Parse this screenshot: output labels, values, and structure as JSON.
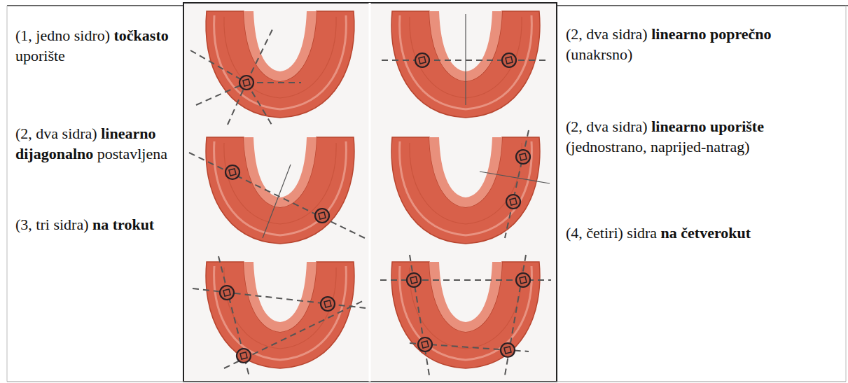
{
  "diagram": {
    "labels": [
      "(1, jedno sidro) točkasto uporište",
      "(2, dva sidra) linearno poprečno (unakrsno)",
      "(2, dva sidra) linearno dijagonalno postavljena",
      "(2, dva sidra) linearno uporište (jednostrano, naprijed-natrag)",
      "(3, tri sidra) na trokut",
      "(4, četiri) sidra na četverokut"
    ]
  }
}
